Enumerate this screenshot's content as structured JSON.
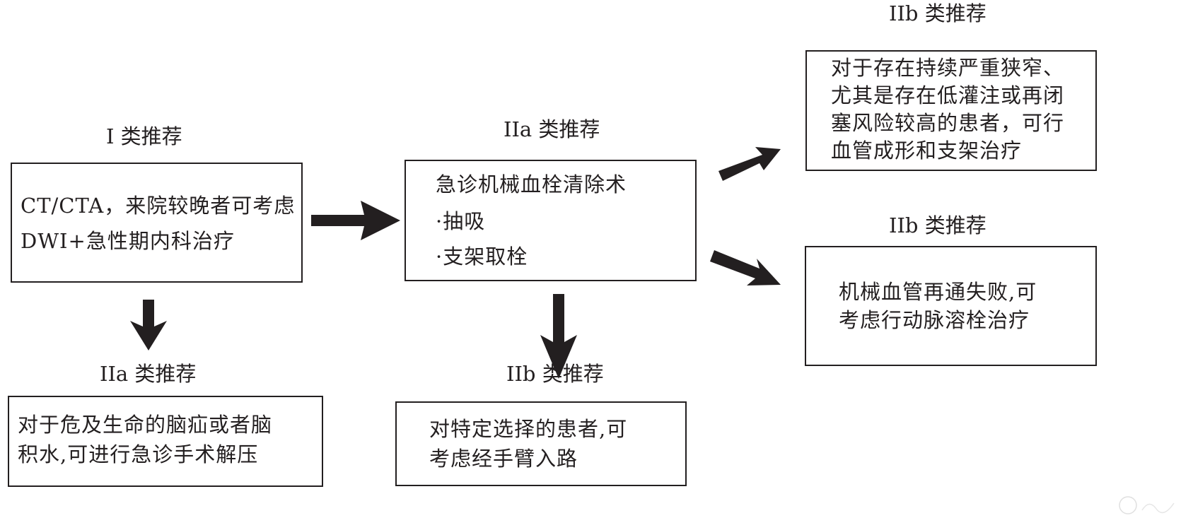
{
  "diagram": {
    "nodes": {
      "class1": {
        "label": "I 类推荐",
        "lines": [
          "CT/CTA，来院较晚者可考虑",
          "DWI+急性期内科治疗"
        ]
      },
      "class2a_thrombectomy": {
        "label": "IIa 类推荐",
        "lines": [
          "急诊机械血栓清除术",
          "·抽吸",
          "·支架取栓"
        ]
      },
      "class2a_surgery": {
        "label": "IIa 类推荐",
        "lines": [
          "对于危及生命的脑疝或者脑",
          "积水,可进行急诊手术解压"
        ]
      },
      "class2b_transradial": {
        "label": "IIb 类推荐",
        "lines": [
          "对特定选择的患者,可",
          "考虑经手臂入路"
        ]
      },
      "class2b_stenting": {
        "label": "IIb 类推荐",
        "lines": [
          "对于存在持续严重狭窄、",
          "尤其是存在低灌注或再闭",
          "塞风险较高的患者，可行",
          "血管成形和支架治疗"
        ]
      },
      "class2b_thrombolysis": {
        "label": "IIb 类推荐",
        "lines": [
          "机械血管再通失败,可",
          "考虑行动脉溶栓治疗"
        ]
      }
    },
    "edges": [
      {
        "from": "class1",
        "to": "class2a_thrombectomy",
        "direction": "right"
      },
      {
        "from": "class1",
        "to": "class2a_surgery",
        "direction": "down"
      },
      {
        "from": "class2a_thrombectomy",
        "to": "class2b_transradial",
        "direction": "down"
      },
      {
        "from": "class2a_thrombectomy",
        "to": "class2b_stenting",
        "direction": "up-right"
      },
      {
        "from": "class2a_thrombectomy",
        "to": "class2b_thrombolysis",
        "direction": "down-right"
      }
    ],
    "colors": {
      "stroke": "#231f20",
      "background": "#ffffff"
    }
  }
}
